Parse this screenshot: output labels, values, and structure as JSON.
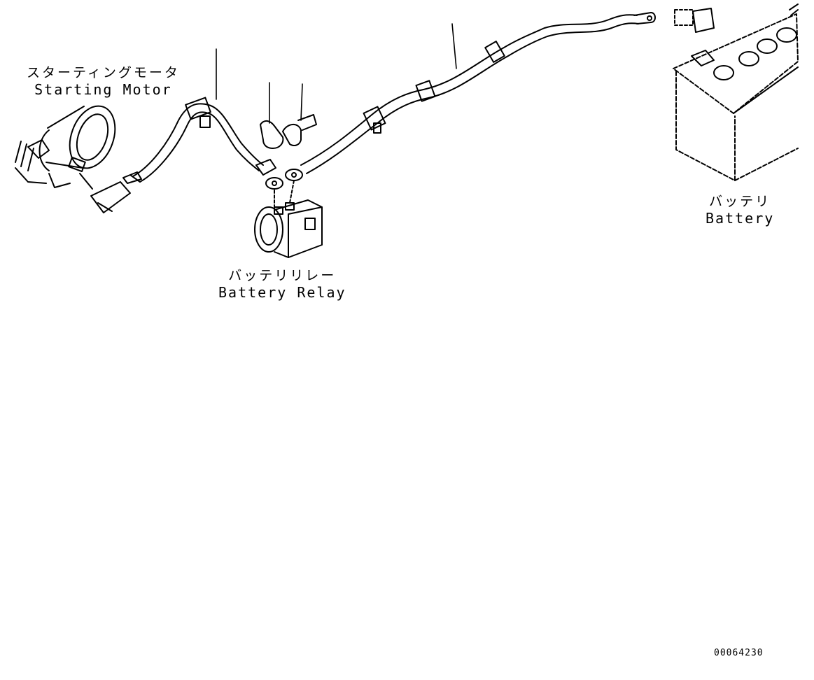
{
  "labels": {
    "starting_motor": {
      "jp": "スターティングモータ",
      "en": "Starting Motor"
    },
    "battery": {
      "jp": "バッテリ",
      "en": "Battery"
    },
    "battery_relay": {
      "jp": "バッテリリレー",
      "en": "Battery Relay"
    }
  },
  "drawing_code": "00064230",
  "colors": {
    "line": "#000000",
    "background": "#ffffff"
  }
}
